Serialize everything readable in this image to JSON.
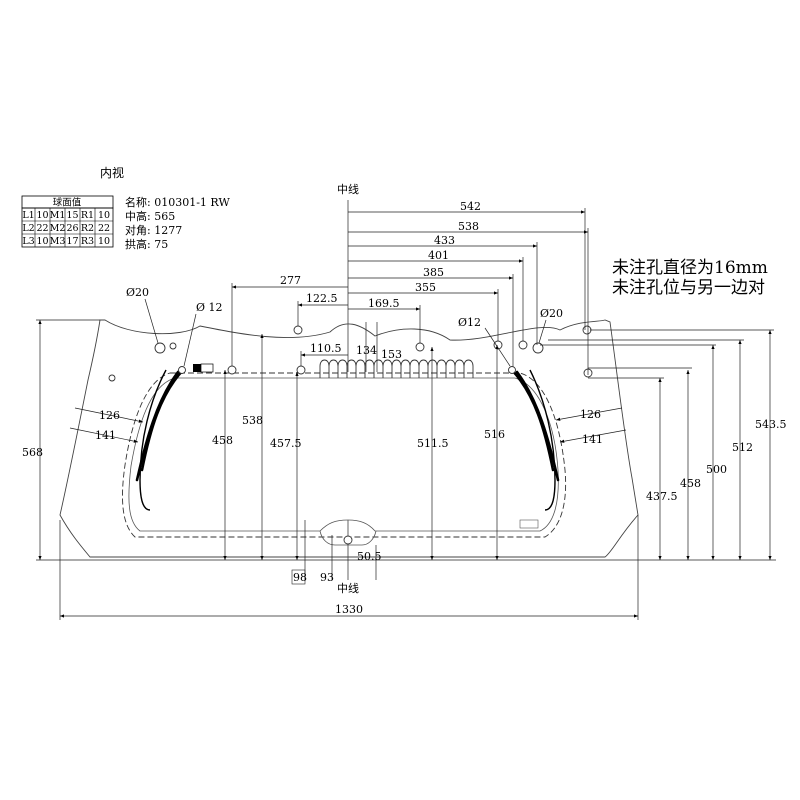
{
  "view_label": "内视",
  "sphere_table": {
    "title": "球面值",
    "rows": [
      [
        "L1",
        "10",
        "M1",
        "15",
        "R1",
        "10"
      ],
      [
        "L2",
        "22",
        "M2",
        "26",
        "R2",
        "22"
      ],
      [
        "L3",
        "10",
        "M3",
        "17",
        "R3",
        "10"
      ]
    ]
  },
  "specs": {
    "name": "名称: 010301-1  RW",
    "center_height": "中高: 565",
    "diagonal": "对角: 1277",
    "arch_height": "拱高: 75"
  },
  "notes": {
    "line1": "未注孔直径为16mm",
    "line2": "未注孔位与另一边对"
  },
  "centerline_label": "中线",
  "hole_labels": {
    "left_20": "Ø20",
    "left_12": "Ø 12",
    "right_12": "Ø12",
    "right_20": "Ø20"
  },
  "dims": {
    "d542": "542",
    "d538_top": "538",
    "d433": "433",
    "d401": "401",
    "d385": "385",
    "d355": "355",
    "d277": "277",
    "d122_5": "122.5",
    "d169_5": "169.5",
    "d110_5": "110.5",
    "d134": "134",
    "d153": "153",
    "d126_left": "126",
    "d141_left": "141",
    "d126_right": "126",
    "d141_right": "141",
    "d568": "568",
    "d458_left": "458",
    "d538_v": "538",
    "d457_5": "457.5",
    "d511_5": "511.5",
    "d516": "516",
    "d437_5": "437.5",
    "d458_right": "458",
    "d500": "500",
    "d512": "512",
    "d543_5": "543.5",
    "d98": "98",
    "d93": "93",
    "d50_5": "50.5",
    "d1330": "1330"
  }
}
